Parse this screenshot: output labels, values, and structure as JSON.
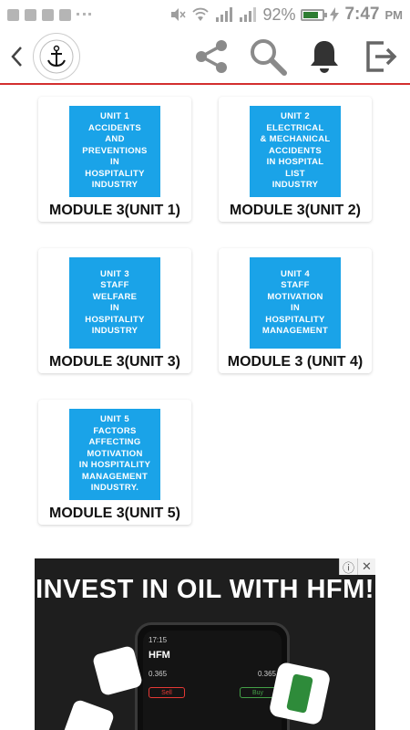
{
  "status": {
    "battery": "92%",
    "time": "7:47",
    "ampm": "PM"
  },
  "modules": [
    {
      "thumb_text": "UNIT 1\nACCIDENTS\nAND\nPREVENTIONS\nIN\nHOSPITALITY\nINDUSTRY",
      "label": "MODULE 3(UNIT 1)"
    },
    {
      "thumb_text": "UNIT 2\nELECTRICAL\n& MECHANICAL\nACCIDENTS\nIN HOSPITAL\nLIST\nINDUSTRY",
      "label": "MODULE 3(UNIT 2)"
    },
    {
      "thumb_text": "UNIT 3\nSTAFF\nWELFARE\nIN\nHOSPITALITY\nINDUSTRY",
      "label": "MODULE 3(UNIT 3)"
    },
    {
      "thumb_text": "UNIT 4\nSTAFF\nMOTIVATION\nIN\nHOSPITALITY\nMANAGEMENT",
      "label": "MODULE 3 (UNIT 4)"
    },
    {
      "thumb_text": "UNIT 5\nFACTORS\nAFFECTING\nMOTIVATION\nIN HOSPITALITY\nMANAGEMENT\nINDUSTRY.",
      "label": "MODULE 3(UNIT 5)"
    }
  ],
  "ad": {
    "headline": "INVEST IN OIL WITH HFM!",
    "info_glyph": "ⓘ",
    "close_glyph": "✕",
    "phone_time": "17:15",
    "phone_brand": "HFM",
    "phone_price_left": "0.365",
    "phone_price_right": "0.365",
    "sell_label": "Sell",
    "buy_label": "Buy"
  },
  "colors": {
    "accent_line": "#d32f2f",
    "thumb_bg": "#1aa3e8",
    "icon_gray": "#8a8a8a",
    "bell": "#333333"
  },
  "icons": [
    "back-arrow-icon",
    "share-icon",
    "search-icon",
    "bell-icon",
    "logout-icon"
  ]
}
